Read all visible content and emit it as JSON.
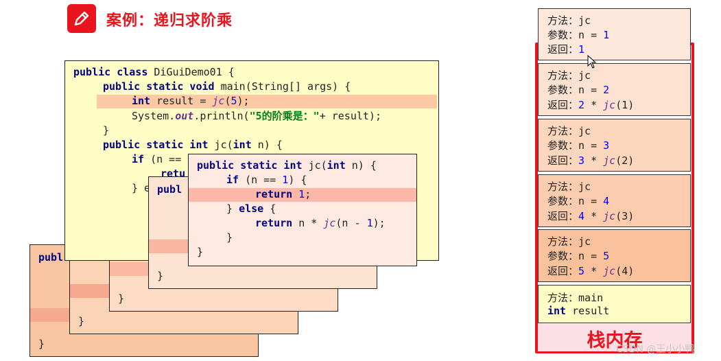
{
  "header": {
    "title": "案例：递归求阶乘",
    "icon": "pencil-icon",
    "accent": "#e8141e"
  },
  "main_code": {
    "l1": "public class DiGuiDemo01 {",
    "l2a": "public static void",
    "l2b": " main(String[] args) {",
    "l3a": "int",
    "l3b": " result = ",
    "l3c": "jc",
    "l3d": "(",
    "l3e": "5",
    "l3f": ");",
    "l4a": "System.",
    "l4b": "out",
    "l4c": ".println(",
    "l4d": "\"5的阶乘是：\"",
    "l4e": "+ result);",
    "l5": "}",
    "l6a": "public static int",
    "l6b": " jc(",
    "l6c": "int",
    "l6d": " n) {",
    "l7a": "if",
    "l7b": " (n ==",
    "l8": "retu",
    "l9": "} e"
  },
  "front_code": {
    "l1a": "public static int",
    "l1b": " jc(",
    "l1c": "int",
    "l1d": " n) {",
    "l2a": "if",
    "l2b": " (n == ",
    "l2c": "1",
    "l2d": ") {",
    "l3a": "return",
    "l3b": " ",
    "l3c": "1",
    "l3d": ";",
    "l4a": "} ",
    "l4b": "else",
    "l4c": " {",
    "l5a": "return",
    "l5b": " n * ",
    "l5c": "jc",
    "l5d": "(n - ",
    "l5e": "1",
    "l5f": ");",
    "l6": "}",
    "l7": "}"
  },
  "stack_peek": {
    "publ": "publ",
    "brace": "}"
  },
  "stack": {
    "frames": [
      {
        "method_label": "方法：",
        "method": "jc",
        "param_label": "参数：",
        "param": "n = ",
        "param_val": "1",
        "return_label": "返回：",
        "ret_a": "1",
        "ret_b": "",
        "ret_c": "",
        "ret_d": ""
      },
      {
        "method_label": "方法：",
        "method": "jc",
        "param_label": "参数：",
        "param": "n = ",
        "param_val": "2",
        "return_label": "返回：",
        "ret_a": "2",
        "ret_b": " * ",
        "ret_c": "jc",
        "ret_d": "(1)"
      },
      {
        "method_label": "方法：",
        "method": "jc",
        "param_label": "参数：",
        "param": "n = ",
        "param_val": "3",
        "return_label": "返回：",
        "ret_a": "3",
        "ret_b": " * ",
        "ret_c": "jc",
        "ret_d": "(2)"
      },
      {
        "method_label": "方法：",
        "method": "jc",
        "param_label": "参数：",
        "param": "n = ",
        "param_val": "4",
        "return_label": "返回：",
        "ret_a": "4",
        "ret_b": " * ",
        "ret_c": "jc",
        "ret_d": "(3)"
      },
      {
        "method_label": "方法：",
        "method": "jc",
        "param_label": "参数：",
        "param": "n = ",
        "param_val": "5",
        "return_label": "返回：",
        "ret_a": "5",
        "ret_b": " * ",
        "ret_c": "jc",
        "ret_d": "(4)"
      }
    ],
    "main_frame": {
      "method_label": "方法：",
      "method": "main",
      "var_kw": "int",
      "var_name": " result"
    },
    "label": "栈内存"
  },
  "watermark": "CSDN @王小小鸭",
  "colors": {
    "main_bg": "#fefdc6",
    "frame_bg_1": "#fee8dc",
    "frame_bg_2": "#fde0cc",
    "frame_bg_3": "#fbd4b8",
    "frame_bg_4": "#f9c7a4",
    "highlight": "#fab9a0",
    "stack_red": "#e8141e"
  }
}
